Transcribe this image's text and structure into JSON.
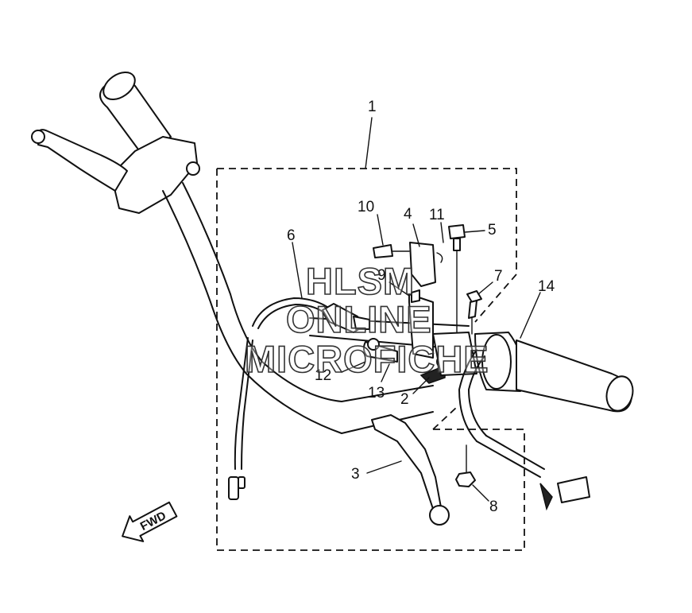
{
  "part_labels": {
    "p1": "1",
    "p2": "2",
    "p3": "3",
    "p4": "4",
    "p5": "5",
    "p6": "6",
    "p7": "7",
    "p8": "8",
    "p9": "9",
    "p10": "10",
    "p11": "11",
    "p12": "12",
    "p13": "13",
    "p14": "14"
  },
  "direction_arrow": {
    "label": "FWD"
  },
  "watermark": {
    "line1": "HLSM",
    "line2": "ONLINE",
    "line3": "MICROFICHE"
  },
  "colors": {
    "ink": "#111111",
    "background": "#ffffff"
  }
}
